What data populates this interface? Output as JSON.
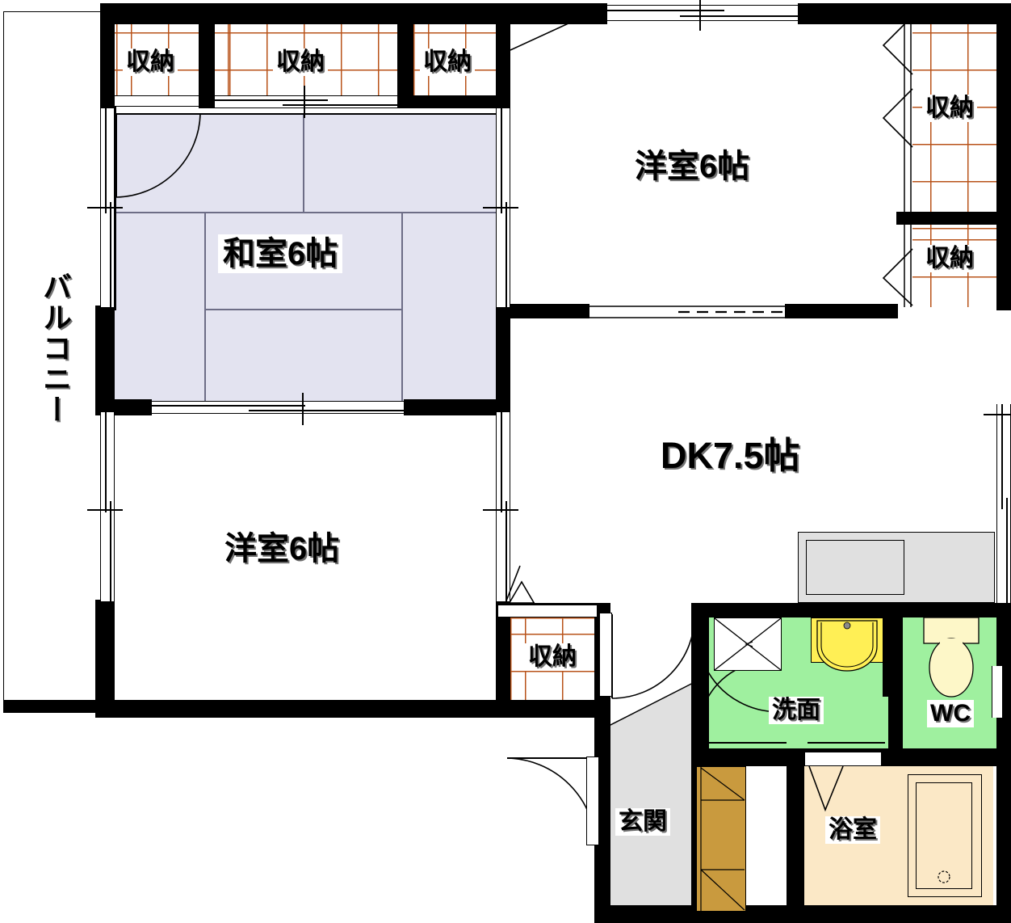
{
  "plan": {
    "title": "間取り図",
    "rooms": [
      {
        "id": "washitsu",
        "label": "和室6帖",
        "type": "japanese-room",
        "size_jo": 6,
        "floor_color": "#e3e3f0"
      },
      {
        "id": "yoshitsu_n",
        "label": "洋室6帖",
        "type": "western-room",
        "size_jo": 6,
        "floor_color": "#ffffff"
      },
      {
        "id": "yoshitsu_s",
        "label": "洋室6帖",
        "type": "western-room",
        "size_jo": 6,
        "floor_color": "#ffffff"
      },
      {
        "id": "dk",
        "label": "DK7.5帖",
        "type": "dining-kitchen",
        "size_jo": 7.5,
        "floor_color": "#ffffff"
      },
      {
        "id": "senmen",
        "label": "洗面",
        "type": "washroom",
        "floor_color": "#9ff09f"
      },
      {
        "id": "wc",
        "label": "WC",
        "type": "toilet",
        "floor_color": "#9ff09f"
      },
      {
        "id": "yokushitsu",
        "label": "浴室",
        "type": "bathroom",
        "floor_color": "#fbe8c6"
      },
      {
        "id": "genkan",
        "label": "玄関",
        "type": "entrance",
        "floor_color": "#e0e0e0"
      },
      {
        "id": "balcony",
        "label": "バルコニー",
        "type": "balcony",
        "floor_color": "#ffffff"
      }
    ],
    "closets": [
      {
        "id": "closet-nw-1",
        "label": "収納"
      },
      {
        "id": "closet-nw-2",
        "label": "収納"
      },
      {
        "id": "closet-nw-3",
        "label": "収納"
      },
      {
        "id": "closet-ne-1",
        "label": "収納"
      },
      {
        "id": "closet-ne-2",
        "label": "収納"
      },
      {
        "id": "closet-s",
        "label": "収納"
      }
    ],
    "fixtures": [
      {
        "id": "kitchen-counter",
        "name": "kitchen-sink-counter",
        "color": "#e0e0e0"
      },
      {
        "id": "washer-pan",
        "name": "washing-machine-pan",
        "color": "#ffffff"
      },
      {
        "id": "vanity-sink",
        "name": "vanity-basin",
        "color": "#ffef55"
      },
      {
        "id": "toilet",
        "name": "toilet-fixture",
        "color": "#fdf7c8"
      },
      {
        "id": "bathtub",
        "name": "bathtub",
        "color": "#fbe8c6"
      },
      {
        "id": "shoe-cabinet",
        "name": "shoe-cabinet",
        "color": "#c99a3e"
      }
    ],
    "colors": {
      "wall": "#000000",
      "tatami": "#e3e3f0",
      "closet_grid": "#b8531a",
      "washroom_green": "#9ff09f",
      "bath_cream": "#fbe8c6",
      "entrance_grey": "#e0e0e0",
      "wood": "#c99a3e",
      "sink_yellow": "#ffef55",
      "toilet_cream": "#fdf7c8",
      "counter_grey": "#e0e0e0"
    }
  },
  "labels": {
    "washitsu": "和室6帖",
    "yoshitsu_north": "洋室6帖",
    "yoshitsu_south": "洋室6帖",
    "dk": "DK7.5帖",
    "senmen": "洗面",
    "wc": "WC",
    "yokushitsu": "浴室",
    "genkan": "玄関",
    "balcony": "バルコニー",
    "closet_nw_1": "収納",
    "closet_nw_2": "収納",
    "closet_nw_3": "収納",
    "closet_ne_1": "収納",
    "closet_ne_2": "収納",
    "closet_south": "収納"
  }
}
